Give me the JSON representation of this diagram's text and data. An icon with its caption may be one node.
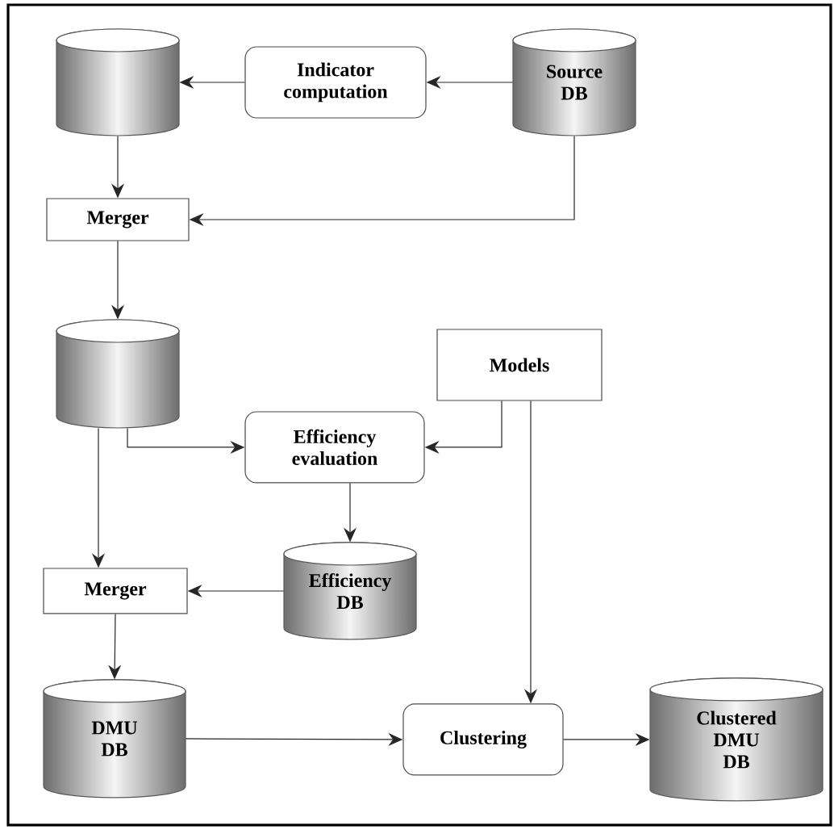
{
  "diagram": {
    "nodes": [
      {
        "text": [],
        "shape": "cylinder"
      },
      {
        "text": [
          "Indicator computation"
        ]
      },
      {
        "text": [
          "Source DB"
        ]
      },
      {
        "text": [
          "Merger"
        ]
      },
      {
        "text": [],
        "shape": "cylinder"
      },
      {
        "text": [
          "Models"
        ]
      },
      {
        "text": [
          "Efficiency evaluation"
        ]
      },
      {
        "text": [
          "Efficiency DB"
        ]
      },
      {
        "text": [
          "Merger"
        ]
      },
      {
        "text": [
          "DMU DB"
        ]
      },
      {
        "text": [
          "Clustering"
        ]
      },
      {
        "text": [
          "Clustered DMU DB"
        ]
      }
    ],
    "edges": [
      {
        "from": 2,
        "to": 1,
        "arrow": "to"
      },
      {
        "from": 1,
        "to": 0,
        "arrow": "to"
      },
      {
        "from": 0,
        "to": 3,
        "arrow": "to"
      },
      {
        "from": 2,
        "to": 3,
        "arrow": "to"
      },
      {
        "from": 3,
        "to": 4,
        "arrow": "to"
      },
      {
        "from": 4,
        "to": 6,
        "arrow": "to"
      },
      {
        "from": 4,
        "to": 8,
        "arrow": "to"
      },
      {
        "from": 5,
        "to": 6,
        "arrow": "to"
      },
      {
        "from": 5,
        "to": 10,
        "arrow": "to"
      },
      {
        "from": 6,
        "to": 7,
        "arrow": "to"
      },
      {
        "from": 7,
        "to": 8,
        "arrow": "to"
      },
      {
        "from": 8,
        "to": 9,
        "arrow": "to"
      },
      {
        "from": 9,
        "to": 10,
        "arrow": "to"
      },
      {
        "from": 10,
        "to": 11,
        "arrow": "to"
      }
    ]
  }
}
